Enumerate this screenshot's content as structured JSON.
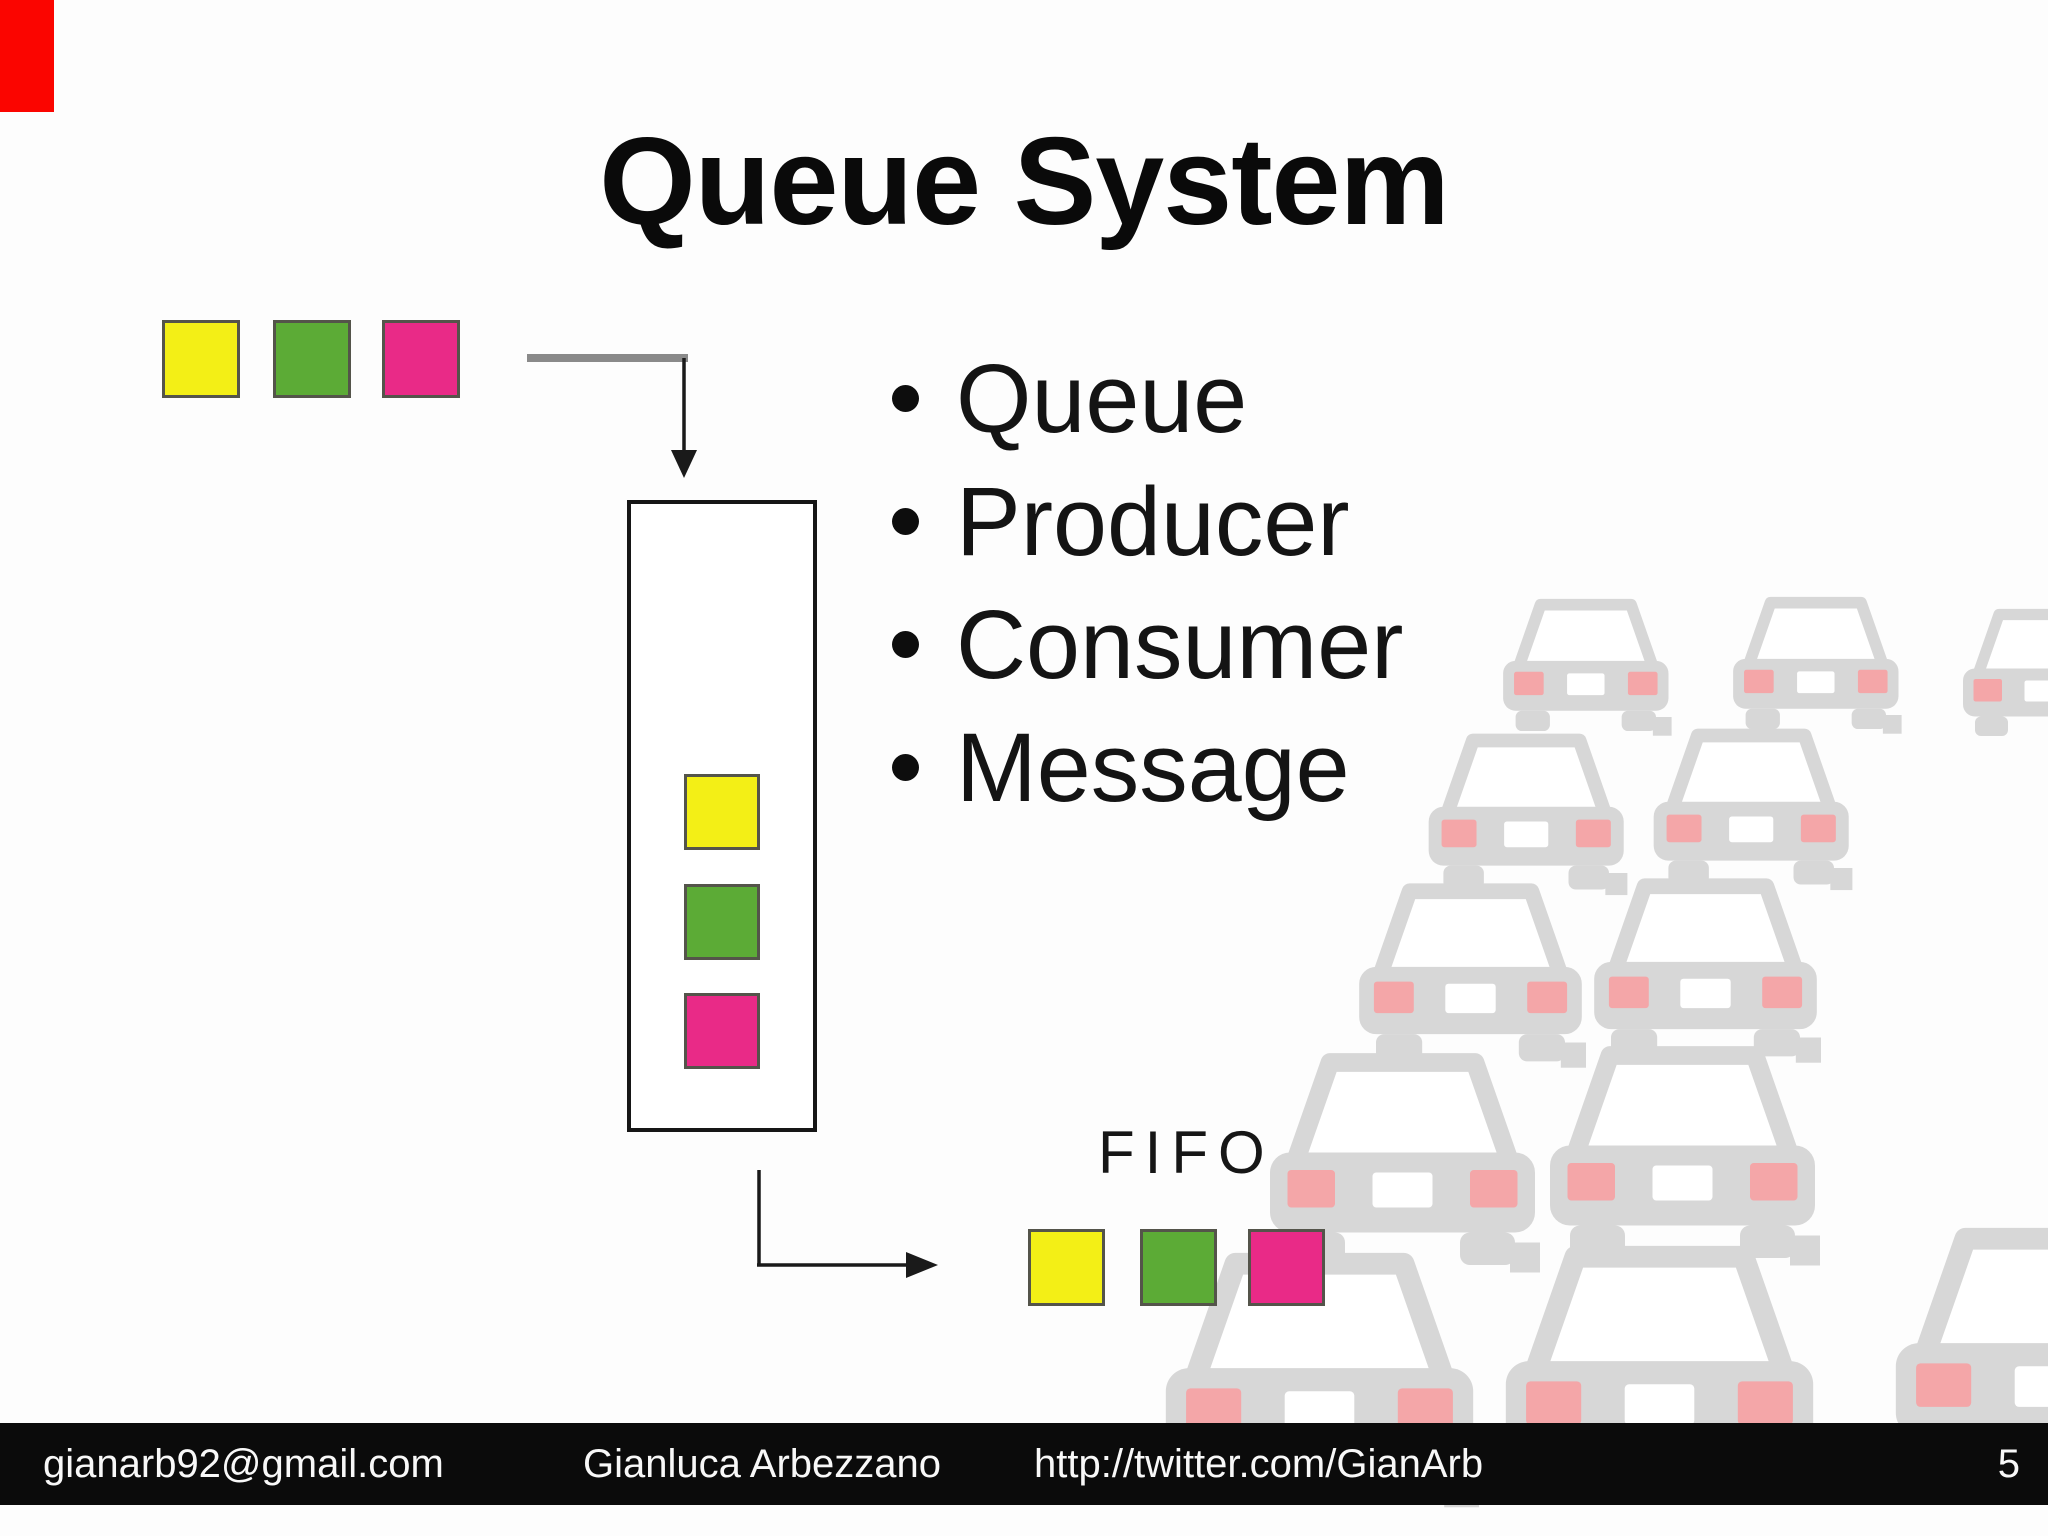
{
  "slide": {
    "title": "Queue System",
    "page_context": "presentation-slide"
  },
  "bullets": {
    "items": [
      "Queue",
      "Producer",
      "Consumer",
      "Message"
    ]
  },
  "diagram": {
    "fifo_label": "FIFO",
    "incoming_squares": [
      "yellow",
      "green",
      "pink"
    ],
    "queue_buffer_squares": [
      "yellow",
      "green",
      "pink"
    ],
    "outgoing_squares": [
      "yellow",
      "green",
      "pink"
    ]
  },
  "footer": {
    "email": "gianarb92@gmail.com",
    "author": "Gianluca Arbezzano",
    "twitter": "http://twitter.com/GianArb",
    "page_number": "5"
  },
  "colors": {
    "message_yellow": "#f3ef16",
    "message_green": "#5cab36",
    "message_pink": "#e92a87",
    "square_border": "#54544a",
    "ink_black": "#0a0a0a",
    "arrow_gray": "#8a8a8a",
    "car_body": "#d7d7d7",
    "car_taillight": "#f4a6a8",
    "footer_bg": "#0b0b0b",
    "footer_text": "#f8f8f8",
    "recording_marker_red": "#fb0500"
  }
}
